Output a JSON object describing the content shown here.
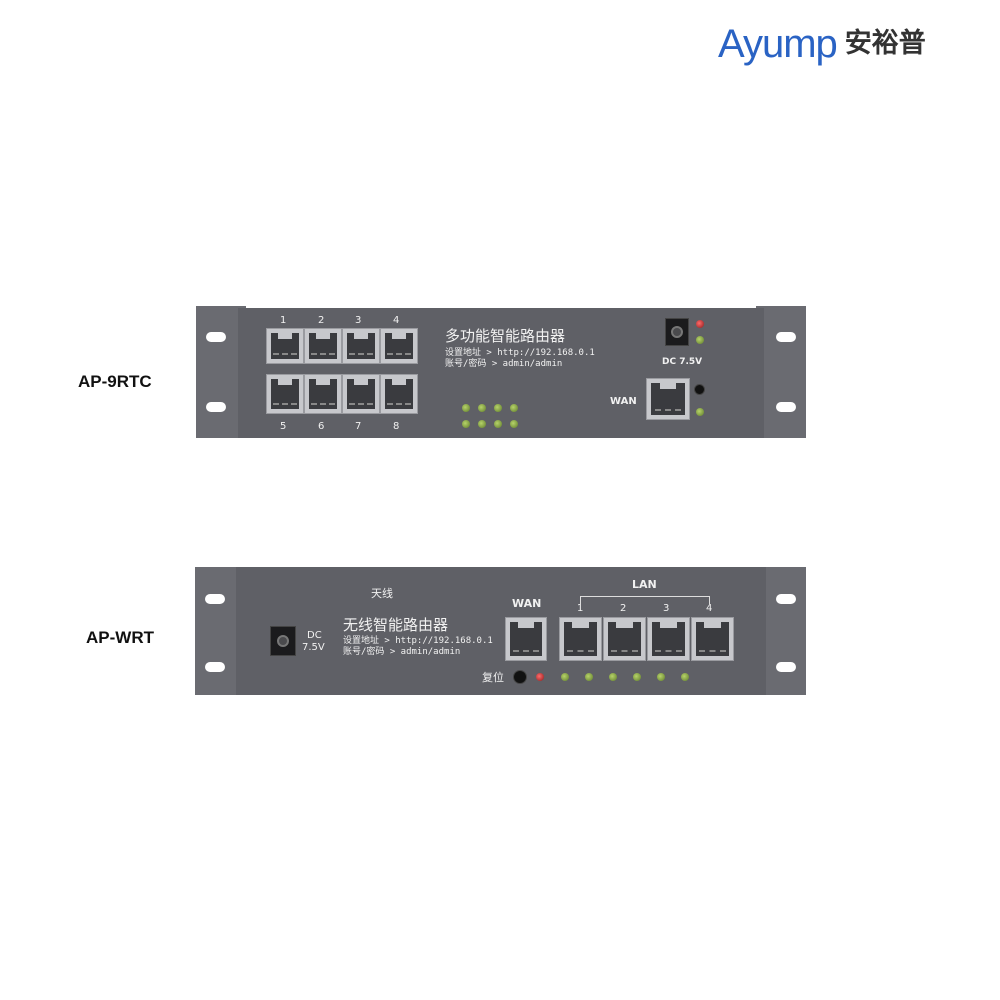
{
  "brand": {
    "name_en": "Ayump",
    "name_cn": "安裕普",
    "color": "#2a63c4"
  },
  "devices": [
    {
      "model": "AP-9RTC",
      "title": "多功能智能路由器",
      "setup_address": "设置地址 > http://192.168.0.1",
      "credentials": "账号/密码 > admin/admin",
      "port_top_labels": [
        "1",
        "2",
        "3",
        "4"
      ],
      "port_bottom_labels": [
        "5",
        "6",
        "7",
        "8"
      ],
      "dc_label": "DC 7.5V",
      "wan_label": "WAN"
    },
    {
      "model": "AP-WRT",
      "antenna_label": "天线",
      "title": "无线智能路由器",
      "setup_address": "设置地址 > http://192.168.0.1",
      "credentials": "账号/密码 > admin/admin",
      "dc_label_line1": "DC",
      "dc_label_line2": "7.5V",
      "wan_label": "WAN",
      "lan_label": "LAN",
      "lan_port_labels": [
        "1",
        "2",
        "3",
        "4"
      ],
      "reset_label": "复位"
    }
  ],
  "colors": {
    "panel": "#5f6066",
    "led_green": "#8fae45",
    "led_red": "#d33"
  }
}
